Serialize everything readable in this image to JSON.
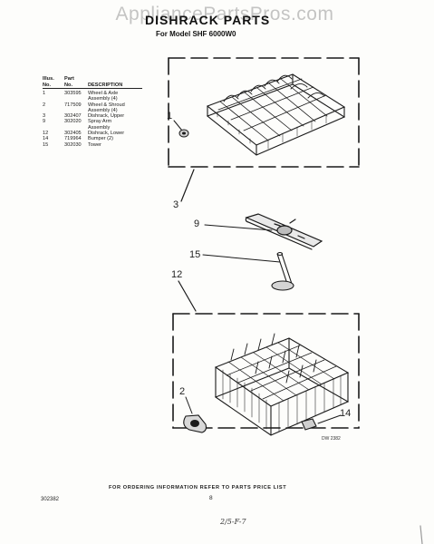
{
  "watermark": "AppliancePartsPros.com",
  "title": "DISHRACK PARTS",
  "model_line": "For Model SHF 6000W0",
  "table": {
    "headers": {
      "no_line1": "Illus.",
      "no_line2": "No.",
      "part_line1": "Part",
      "part_line2": "No.",
      "description": "DESCRIPTION"
    },
    "rows": [
      {
        "no": "1",
        "part": "303595",
        "desc": [
          "Wheel & Axle",
          "Assembly (4)"
        ]
      },
      {
        "no": "2",
        "part": "717509",
        "desc": [
          "Wheel & Shroud",
          "Assembly (4)"
        ]
      },
      {
        "no": "3",
        "part": "302407",
        "desc": [
          "Dishrack, Upper"
        ]
      },
      {
        "no": "9",
        "part": "302020",
        "desc": [
          "Spray Arm",
          "Assembly"
        ]
      },
      {
        "no": "12",
        "part": "302405",
        "desc": [
          "Dishrack, Lower"
        ]
      },
      {
        "no": "14",
        "part": "719964",
        "desc": [
          "Bumper (2)"
        ]
      },
      {
        "no": "15",
        "part": "302030",
        "desc": [
          "Tower"
        ]
      }
    ]
  },
  "callouts": {
    "c1": "1",
    "c3": "3",
    "c9": "9",
    "c15": "15",
    "c12": "12",
    "c2": "2",
    "c14": "14"
  },
  "dw_ref": "DW 2382",
  "order_line": "FOR ORDERING INFORMATION REFER TO PARTS PRICE LIST",
  "footer_left": "302382",
  "page_number": "8",
  "handwritten_note": "2/5-F-7",
  "colors": {
    "ink": "#1a1a1a",
    "paper": "#fdfdfb",
    "watermark": "#969696"
  }
}
